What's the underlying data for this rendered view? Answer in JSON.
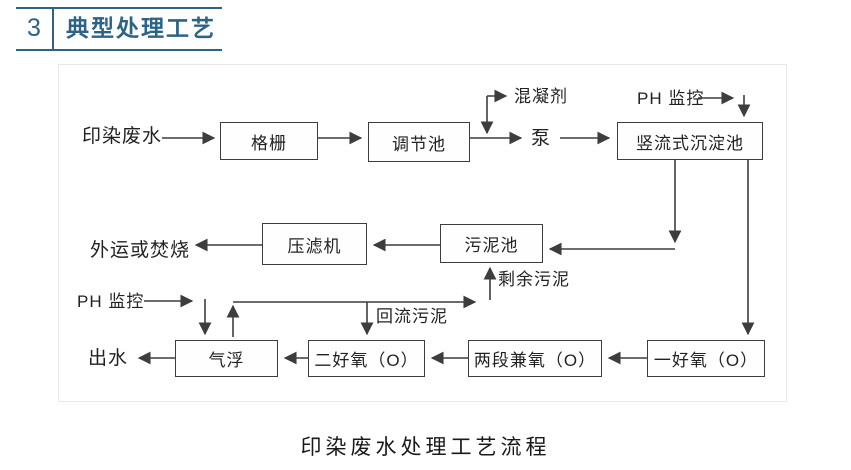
{
  "header": {
    "number": "3",
    "title": "典型处理工艺"
  },
  "diagram": {
    "caption": "印染废水处理工艺流程",
    "boxes": [
      {
        "label": "格栅"
      },
      {
        "label": "调节池"
      },
      {
        "label": "竖流式沉淀池"
      },
      {
        "label": "压滤机"
      },
      {
        "label": "污泥池"
      },
      {
        "label": "气浮"
      },
      {
        "label": "二好氧（O）"
      },
      {
        "label": "两段兼氧（O）"
      },
      {
        "label": "一好氧（O）"
      }
    ],
    "labels": {
      "influent": "印染废水",
      "coagulant": "混凝剂",
      "pump": "泵",
      "ph_monitor_top": "PH 监控",
      "disposal": "外运或焚烧",
      "excess_sludge": "剩余污泥",
      "ph_monitor_bottom": "PH 监控",
      "return_sludge": "回流污泥",
      "effluent": "出水"
    },
    "connections": [
      "印染废水 → 格栅",
      "格栅 → 调节池",
      "调节池 → 泵 (混凝剂投加点)",
      "泵 → 竖流式沉淀池",
      "PH 监控 → 竖流式沉淀池",
      "竖流式沉淀池 → 污泥池",
      "竖流式沉淀池 → 一好氧（O）",
      "污泥池 → 压滤机",
      "压滤机 → 外运或焚烧",
      "一好氧（O） → 两段兼氧（O）",
      "两段兼氧（O） → 二好氧（O）",
      "二好氧（O） → 气浮",
      "气浮 → 出水",
      "PH 监控 → 气浮",
      "气浮 → 回流污泥 → 二好氧（O）",
      "气浮 → 剩余污泥 → 污泥池"
    ]
  },
  "colors": {
    "accent": "#2d6486",
    "line": "#3d3d3d"
  }
}
